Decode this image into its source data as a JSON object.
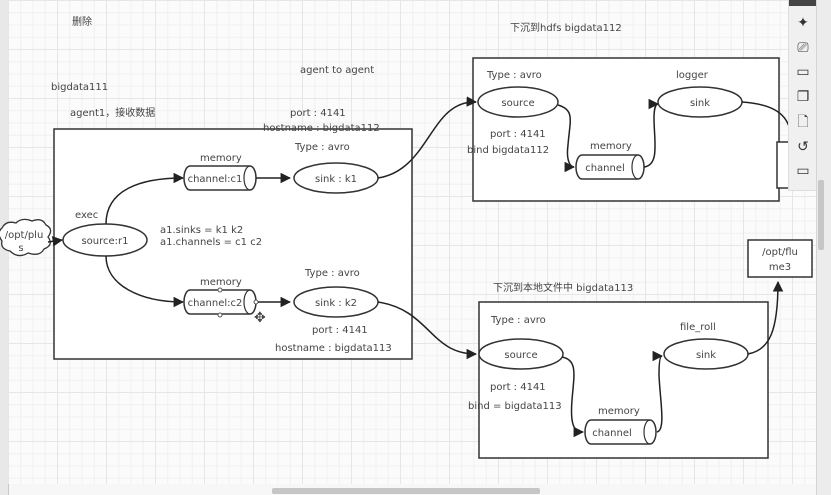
{
  "canvas": {
    "note_top": "删除",
    "agent_to_agent": "agent to agent",
    "host_left": "bigdata111",
    "agent1_desc": "agent1，接收数据",
    "hdfs_title": "下沉到hdfs   bigdata112",
    "local_title": "下沉到本地文件中  bigdata113"
  },
  "agent1": {
    "port_label": "port : 4141",
    "hostname_label": "hostname : bigdata112",
    "source_type": "exec",
    "source_label": "source:r1",
    "input_cloud": "/opt/plus",
    "config_line1": "a1.sinks = k1 k2",
    "config_line2": "a1.channels = c1 c2",
    "channel1_type": "memory",
    "channel1_label": "channel:c1",
    "sink1_type": "Type : avro",
    "sink1_label": "sink : k1",
    "channel2_type": "memory",
    "channel2_label": "channel:c2",
    "sink2_type": "Type : avro",
    "sink2_label": "sink : k2",
    "sink2_port": "port : 4141",
    "sink2_hostname": "hostname : bigdata113"
  },
  "agent2": {
    "source_type": "Type : avro",
    "source_label": "source",
    "port": "port : 4141",
    "bind": "bind    bigdata112",
    "channel_type": "memory",
    "channel_label": "channel",
    "sink_type": "logger",
    "sink_label": "sink"
  },
  "agent3": {
    "source_type": "Type : avro",
    "source_label": "source",
    "port": "port : 4141",
    "bind": "bind = bigdata113",
    "channel_type": "memory",
    "channel_label": "channel",
    "sink_type": "file_roll",
    "sink_label": "sink",
    "output_label_1": "/opt/flu",
    "output_label_2": "me3"
  },
  "toolbar": {
    "icons": [
      "navigate-icon",
      "format-icon",
      "outline-icon",
      "pages-icon",
      "page-icon",
      "history-icon",
      "comment-icon"
    ]
  }
}
